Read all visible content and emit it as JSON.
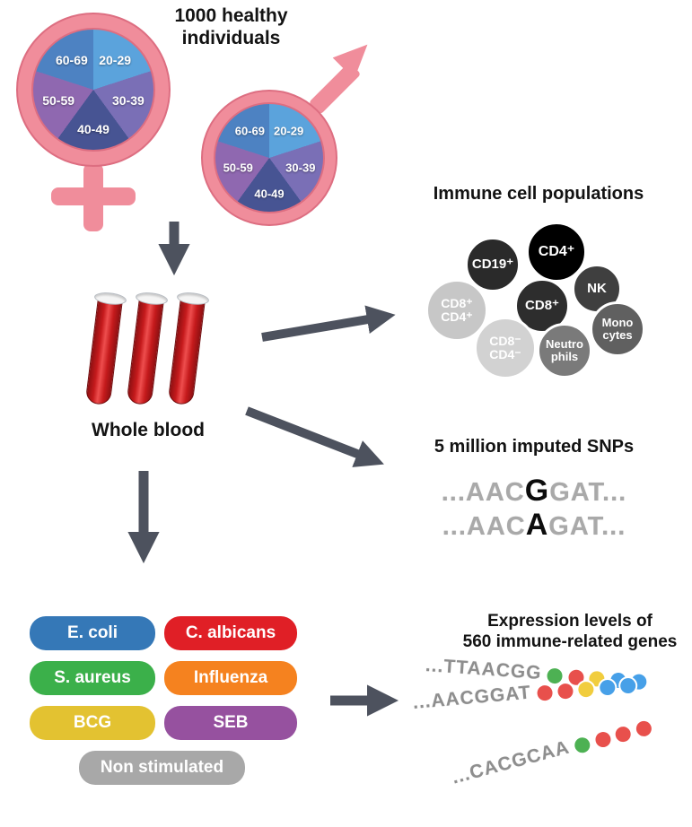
{
  "colors": {
    "pink": "#f08d9b",
    "arrow": "#4d525e"
  },
  "icons": {
    "female": "female-gender-icon",
    "male": "male-gender-icon",
    "blood_tube": "blood-tube-icon",
    "arrow": "flow-arrow-icon"
  },
  "demographics": {
    "title_line1": "1000 healthy",
    "title_line2": "individuals",
    "age_groups": [
      "20-29",
      "30-39",
      "40-49",
      "50-59",
      "60-69"
    ],
    "segment_colors": [
      "#5ba3dc",
      "#7a6fb6",
      "#475493",
      "#8f68b0",
      "#4d82c2"
    ]
  },
  "blood": {
    "label": "Whole blood"
  },
  "immune": {
    "title": "Immune cell populations",
    "cells": [
      {
        "line1": "CD8⁺",
        "line2": "CD4⁺",
        "color": "#c7c7c7"
      },
      {
        "line1": "CD19⁺",
        "line2": "",
        "color": "#2a2a2a"
      },
      {
        "line1": "CD4⁺",
        "line2": "",
        "color": "#000000"
      },
      {
        "line1": "NK",
        "line2": "",
        "color": "#3f3f3f"
      },
      {
        "line1": "CD8⁺",
        "line2": "",
        "color": "#2d2d2d"
      },
      {
        "line1": "Mono",
        "line2": "cytes",
        "color": "#606060"
      },
      {
        "line1": "CD8⁻",
        "line2": "CD4⁻",
        "color": "#d2d2d2"
      },
      {
        "line1": "Neutro",
        "line2": "phils",
        "color": "#7a7a7a"
      }
    ]
  },
  "snps": {
    "title": "5 million imputed SNPs",
    "seq1_pre": "...AAC",
    "seq1_variant": "G",
    "seq1_post": "GAT...",
    "seq2_pre": "...AAC",
    "seq2_variant": "A",
    "seq2_post": "GAT..."
  },
  "stimuli": {
    "items": [
      {
        "label": "E. coli",
        "color": "#3578b7"
      },
      {
        "label": "C. albicans",
        "color": "#e01f26"
      },
      {
        "label": "S. aureus",
        "color": "#3bb04a"
      },
      {
        "label": "Influenza",
        "color": "#f5821f"
      },
      {
        "label": "BCG",
        "color": "#e3c231"
      },
      {
        "label": "SEB",
        "color": "#96519f"
      },
      {
        "label": "Non stimulated",
        "color": "#a8a8a8"
      }
    ]
  },
  "expression": {
    "title_line1": "Expression levels of",
    "title_line2": "560 immune-related genes",
    "rows": [
      {
        "seq": "...TTAACGG",
        "dots": [
          "#4db153",
          "#e8504c",
          "#f1cd3e",
          "#47a0e8",
          "#47a0e8"
        ]
      },
      {
        "seq": "...AACGGAT",
        "dots": [
          "#e8504c",
          "#e8504c",
          "#f1cd3e",
          "#47a0e8",
          "#47a0e8"
        ]
      },
      {
        "seq": "...CACGCAA",
        "dots": [
          "#4db153",
          "#e8504c",
          "#e8504c",
          "#e8504c"
        ]
      }
    ]
  }
}
